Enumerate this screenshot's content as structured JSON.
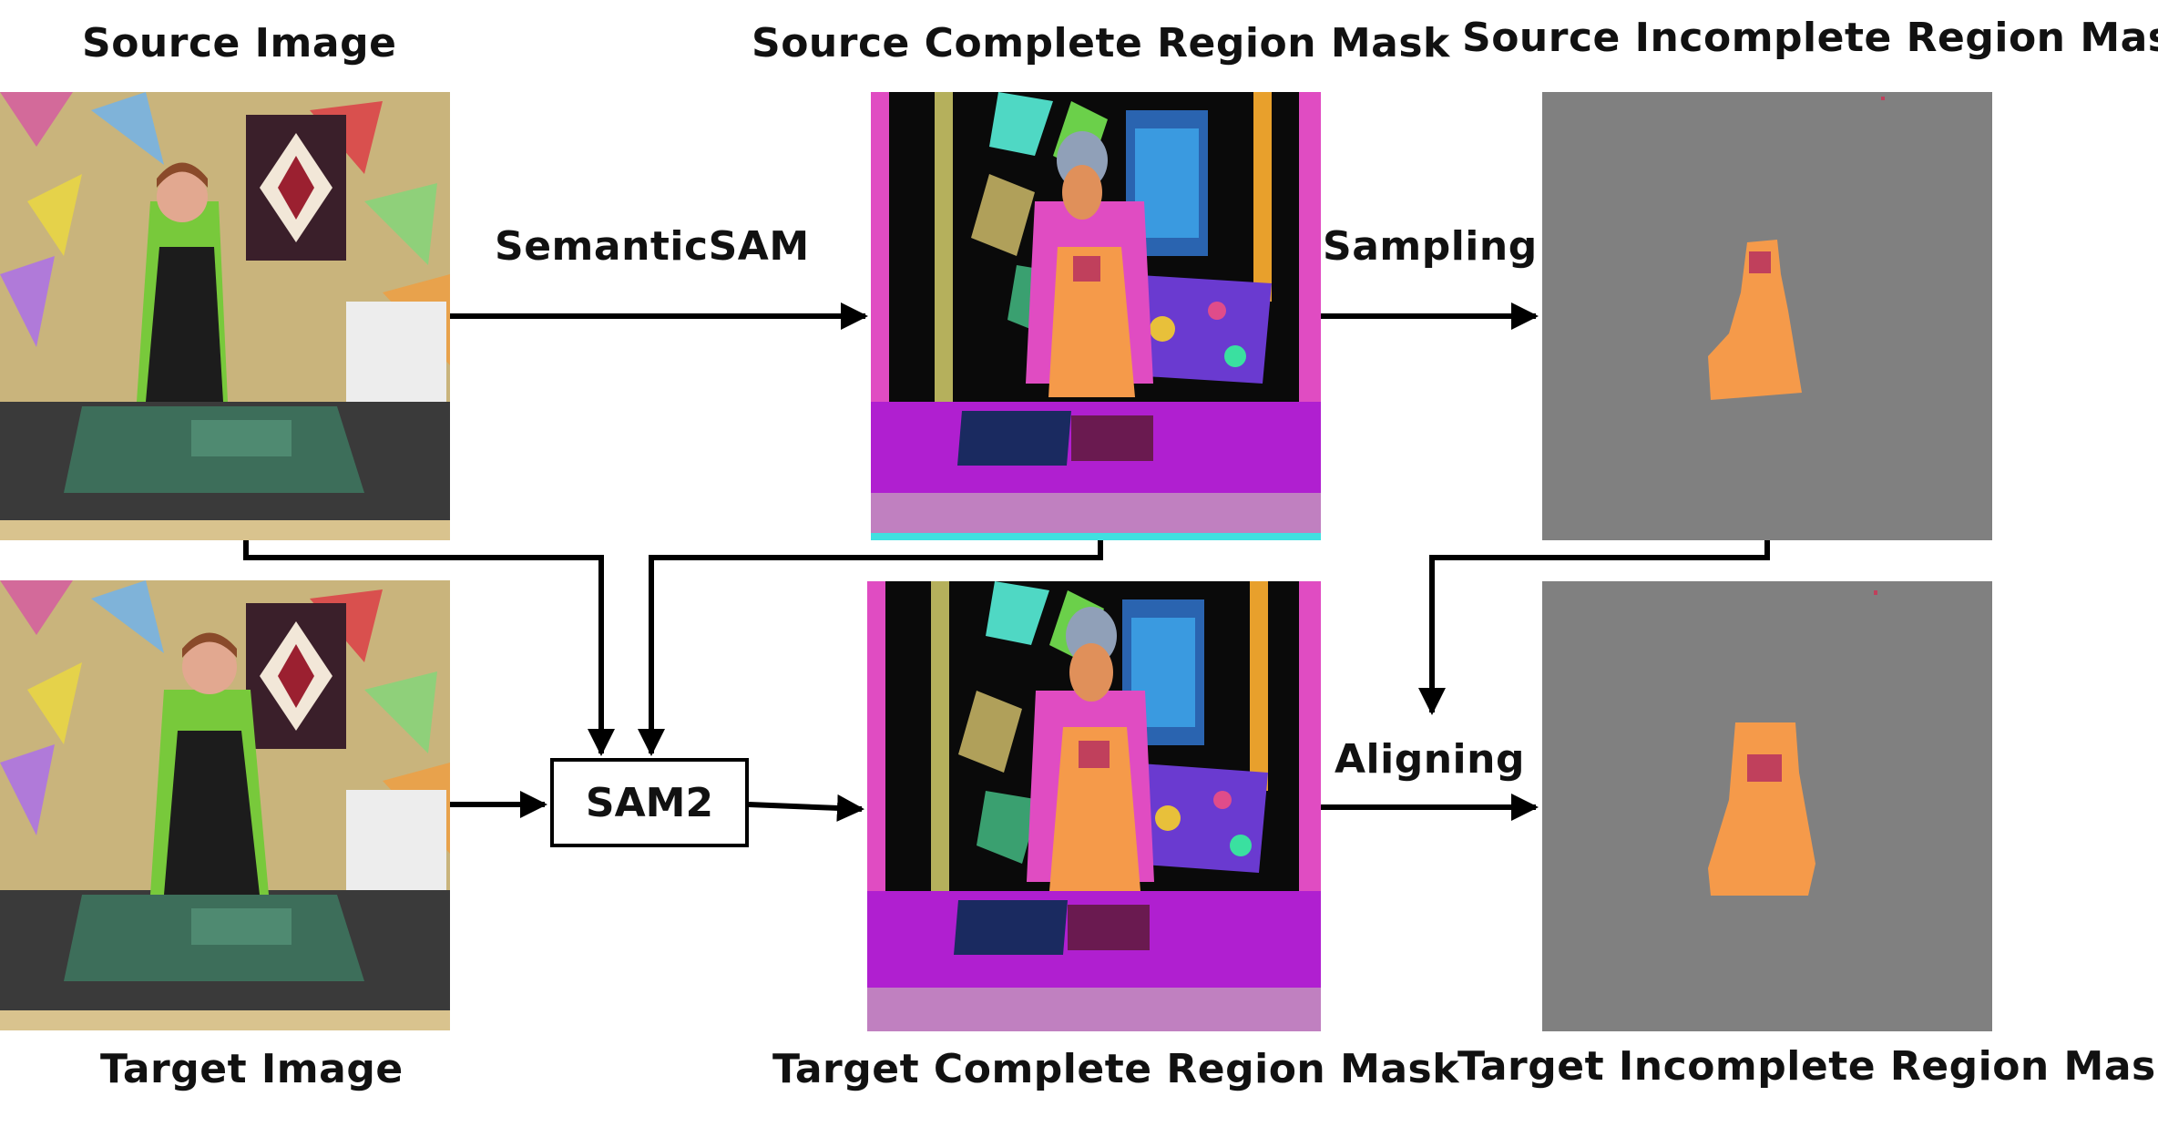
{
  "labels": {
    "source_image": "Source Image",
    "target_image": "Target Image",
    "source_complete_mask": "Source Complete Region Mask",
    "target_complete_mask": "Target Complete Region Mask",
    "source_incomplete_mask": "Source Incomplete Region Mask",
    "target_incomplete_mask": "Target Incomplete Region Mask"
  },
  "operations": {
    "semanticsam": "SemanticSAM",
    "sampling": "Sampling",
    "aligning": "Aligning",
    "sam2": "SAM2"
  },
  "colors": {
    "mask_gray": "#808080",
    "apron_orange": "#F59A4A",
    "pocket_red": "#C0405C",
    "shirt_green": "#6FC23A",
    "table_magenta": "#B01FD0",
    "quilt_purple": "#7B3FE0",
    "arrow": "#000000"
  }
}
